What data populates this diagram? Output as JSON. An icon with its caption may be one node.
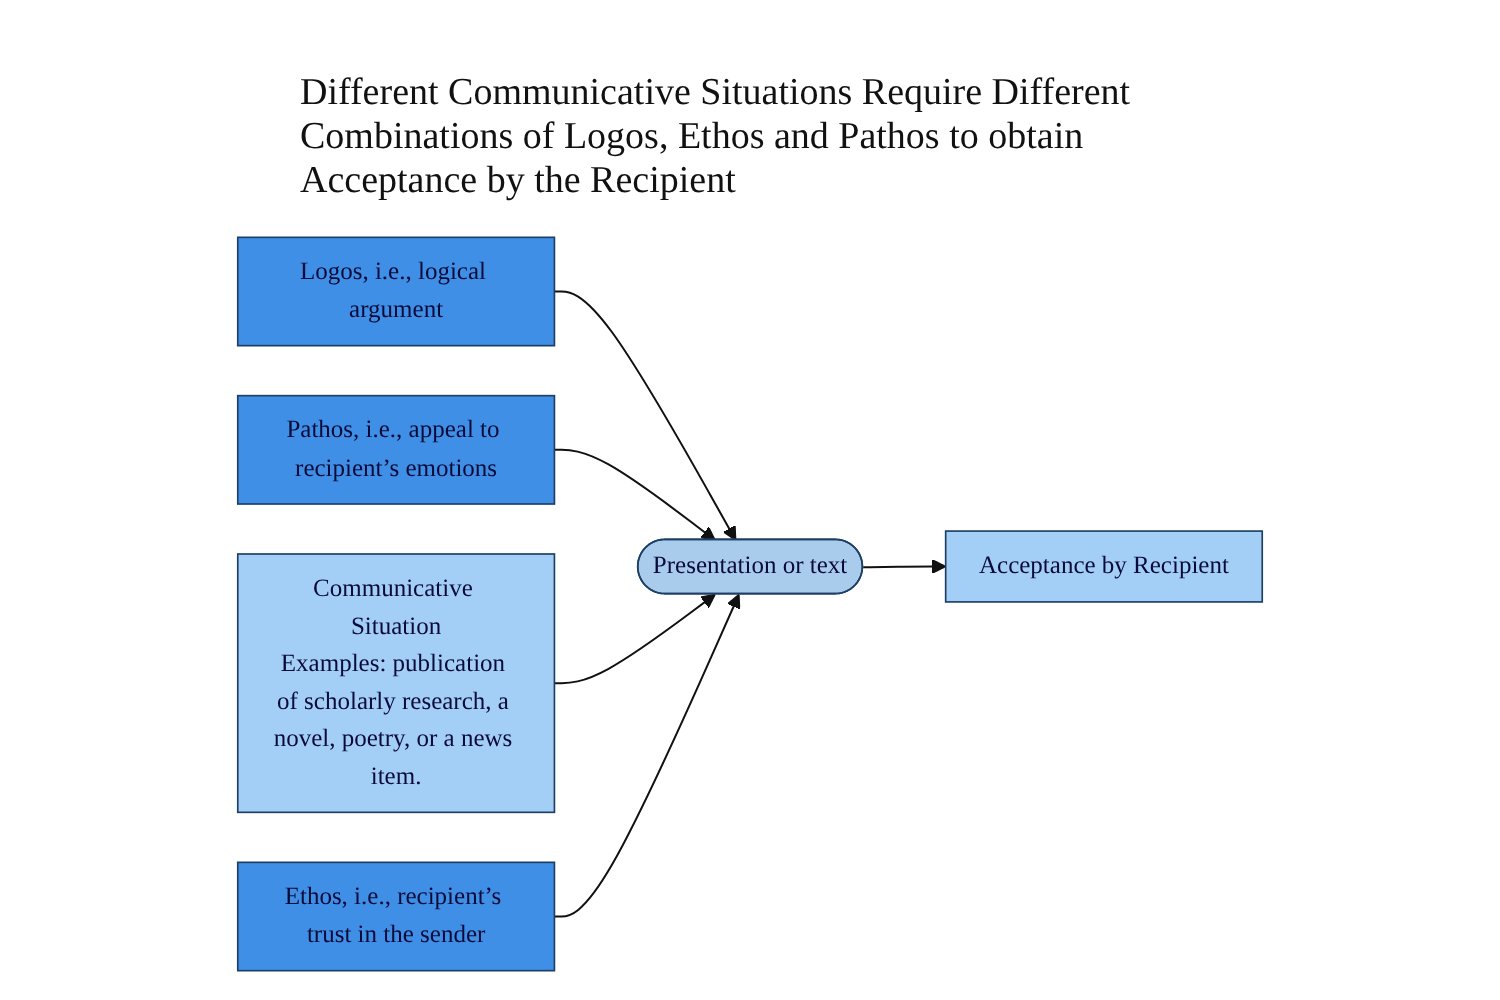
{
  "diagram": {
    "title": "Different Communicative Situations Require Different Combinations of Logos, Ethos and Pathos to obtain Acceptance by the Recipient",
    "nodes": [
      {
        "text": [
          "Logos, i.e., logical argument"
        ]
      },
      {
        "text": [
          "Pathos, i.e., appeal to recipient’s emotions"
        ]
      },
      {
        "text": [
          "Communicative Situation",
          "Examples: publication of scholarly research, a novel, poetry, or a news item."
        ]
      },
      {
        "text": [
          "Presentation or text"
        ]
      },
      {
        "text": [
          "Acceptance by Recipient"
        ]
      },
      {
        "text": [
          "Ethos, i.e., recipient’s trust in the sender"
        ]
      }
    ],
    "edges": [
      {
        "from": 0,
        "to": 3,
        "arrow": "to"
      },
      {
        "from": 1,
        "to": 3,
        "arrow": "to"
      },
      {
        "from": 2,
        "to": 3,
        "arrow": "to"
      },
      {
        "from": 3,
        "to": 4,
        "arrow": "to"
      },
      {
        "from": 5,
        "to": 3,
        "arrow": "to"
      }
    ]
  }
}
